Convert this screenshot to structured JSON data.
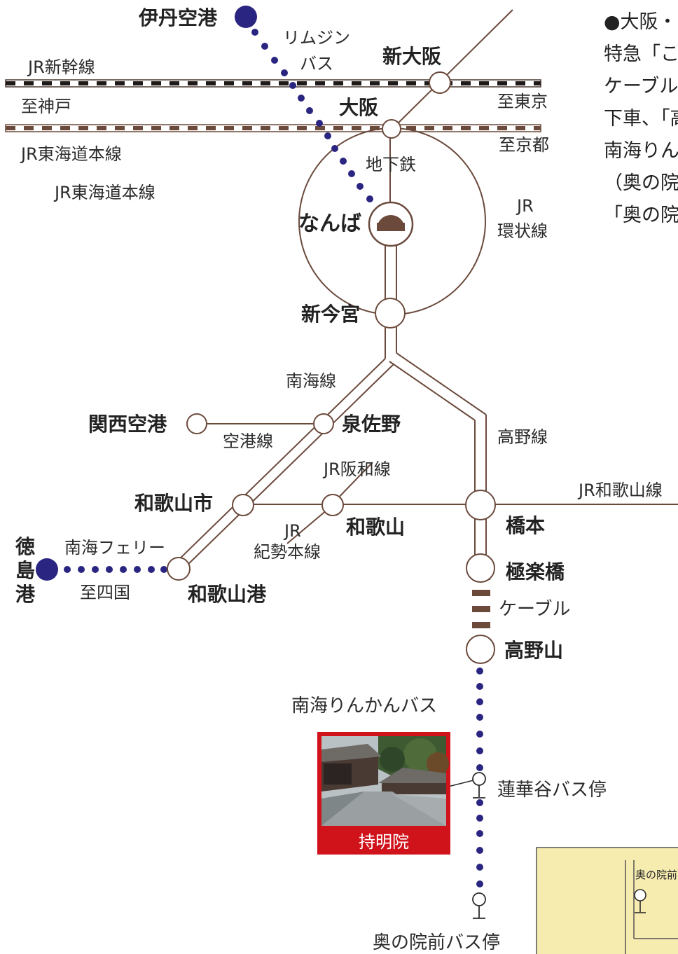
{
  "colors": {
    "line": "#6b4a3c",
    "station_fill": "#6b4a3c",
    "bus": "#2a2580",
    "accent_red": "#d0121b",
    "inset_bg": "#f7ecb0"
  },
  "stations": {
    "itami": "伊丹空港",
    "shin_osaka": "新大阪",
    "osaka": "大阪",
    "namba": "なんば",
    "shin_imamiya": "新今宮",
    "kansai_airport": "関西空港",
    "izumisano": "泉佐野",
    "wakayamashi": "和歌山市",
    "wakayama": "和歌山",
    "hashimoto": "橋本",
    "gokurakubashi": "極楽橋",
    "koyasan": "高野山",
    "wakayama_port": "和歌山港",
    "tokushima_port": [
      "徳",
      "島",
      "港"
    ]
  },
  "lines": {
    "limousine_bus": [
      "リムジン",
      "バス"
    ],
    "shinkansen": "JR新幹線",
    "to_kobe": "至神戸",
    "to_tokyo": "至東京",
    "tokaido_1": "JR東海道本線",
    "tokaido_2": "JR東海道本線",
    "to_kyoto": "至京都",
    "subway": "地下鉄",
    "loop_line": [
      "JR",
      "環状線"
    ],
    "nankai_line": "南海線",
    "koya_line": "高野線",
    "airport_line": "空港線",
    "hanwa_line": "JR阪和線",
    "wakayama_line": "JR和歌山線",
    "kisei_line": [
      "JR",
      "紀勢本線"
    ],
    "ferry": "南海フェリー",
    "to_shikoku": "至四国",
    "cable": "ケーブル",
    "rinkan_bus": "南海りんかんバス"
  },
  "bus_stops": {
    "rengedani": "蓮華谷バス停",
    "okunoin_mae": "奥の院前バス停"
  },
  "photo": {
    "caption": "持明院"
  },
  "inset": {
    "label": "奥の院前"
  },
  "annotation": {
    "lines": [
      "●大阪・",
      "特急「こ",
      "ケーブル",
      "下車、「高",
      "南海りん",
      "（奥の院",
      "「奥の院"
    ]
  }
}
